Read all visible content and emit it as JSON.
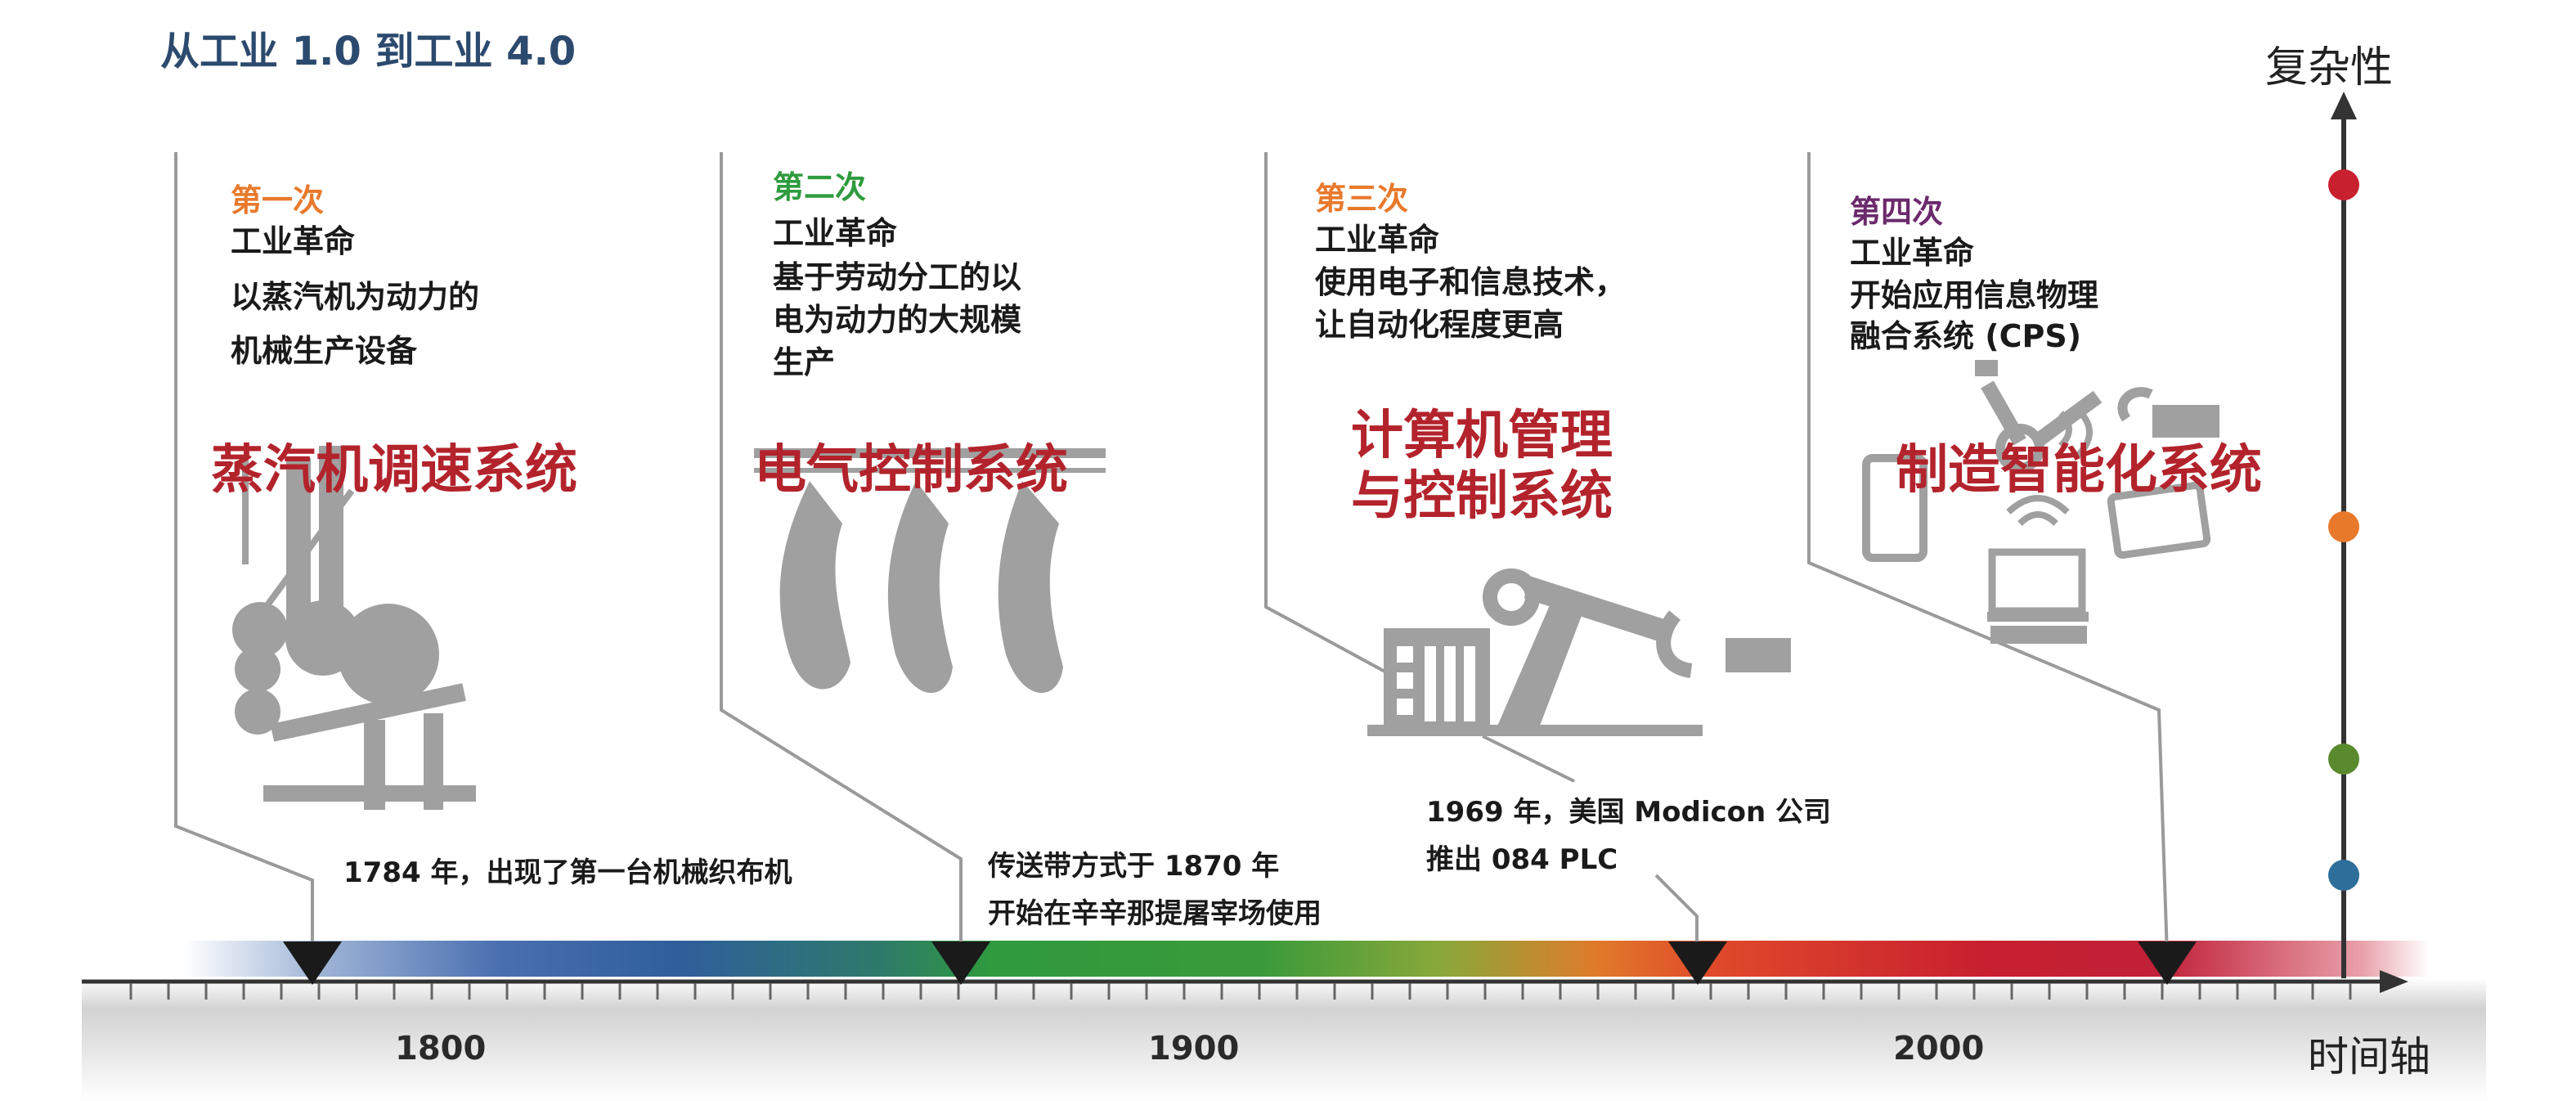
{
  "title": "从工业 1.0 到工业 4.0",
  "axes": {
    "y_label": "复杂性",
    "x_label": "时间轴"
  },
  "years": [
    "1800",
    "1900",
    "2000"
  ],
  "colors": {
    "era1": "#e8792b",
    "era2": "#2e9b3e",
    "era3": "#e8792b",
    "era4": "#6b2a6b",
    "system_text": "#b3232c",
    "dot_red": "#c8202f",
    "dot_orange": "#e8792b",
    "dot_green": "#5a8a2e",
    "dot_blue": "#2e6e9a",
    "icon_gray": "#a0a0a0"
  },
  "eras": [
    {
      "ordinal": "第一次",
      "lines": [
        "工业革命",
        "以蒸汽机为动力的",
        "机械生产设备"
      ],
      "system": [
        "蒸汽机调速系统"
      ],
      "icon": "steam-loom-icon"
    },
    {
      "ordinal": "第二次",
      "lines": [
        "工业革命",
        "基于劳动分工的以",
        "电为动力的大规模",
        "生产"
      ],
      "system": [
        "电气控制系统"
      ],
      "icon": "conveyor-carcass-icon"
    },
    {
      "ordinal": "第三次",
      "lines": [
        "工业革命",
        "使用电子和信息技术，",
        "让自动化程度更高"
      ],
      "system": [
        "计算机管理",
        "与控制系统"
      ],
      "icon": "robot-arm-plc-icon"
    },
    {
      "ordinal": "第四次",
      "lines": [
        "工业革命",
        "开始应用信息物理",
        "融合系统 (CPS)"
      ],
      "system": [
        "制造智能化系统"
      ],
      "icon": "connected-devices-icon"
    }
  ],
  "events": [
    {
      "lines": [
        "1784  年，出现了第一台机械织布机"
      ]
    },
    {
      "lines": [
        "传送带方式于  1870  年",
        "开始在辛辛那提屠宰场使用"
      ]
    },
    {
      "lines": [
        "1969 年，美国 Modicon 公司",
        "推出 084 PLC"
      ]
    }
  ]
}
